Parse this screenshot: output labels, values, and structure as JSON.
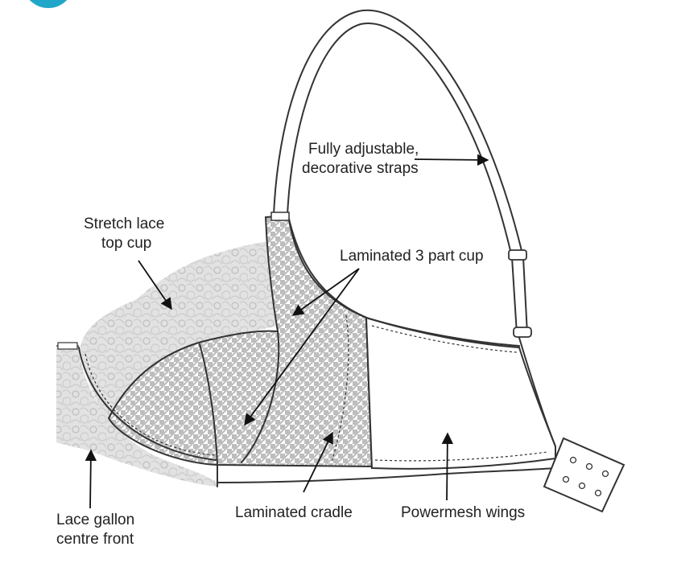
{
  "labels": {
    "straps_line1": "Fully adjustable,",
    "straps_line2": "decorative straps",
    "lace_top_line1": "Stretch lace",
    "lace_top_line2": "top cup",
    "cup": "Laminated 3 part cup",
    "gallon_line1": "Lace gallon",
    "gallon_line2": "centre front",
    "cradle": "Laminated cradle",
    "wings": "Powermesh wings"
  },
  "colors": {
    "line": "#333333",
    "lace": "#d9d9d9",
    "houndstooth": "#bdbdbd",
    "corner_badge": "#1fa6c9"
  }
}
